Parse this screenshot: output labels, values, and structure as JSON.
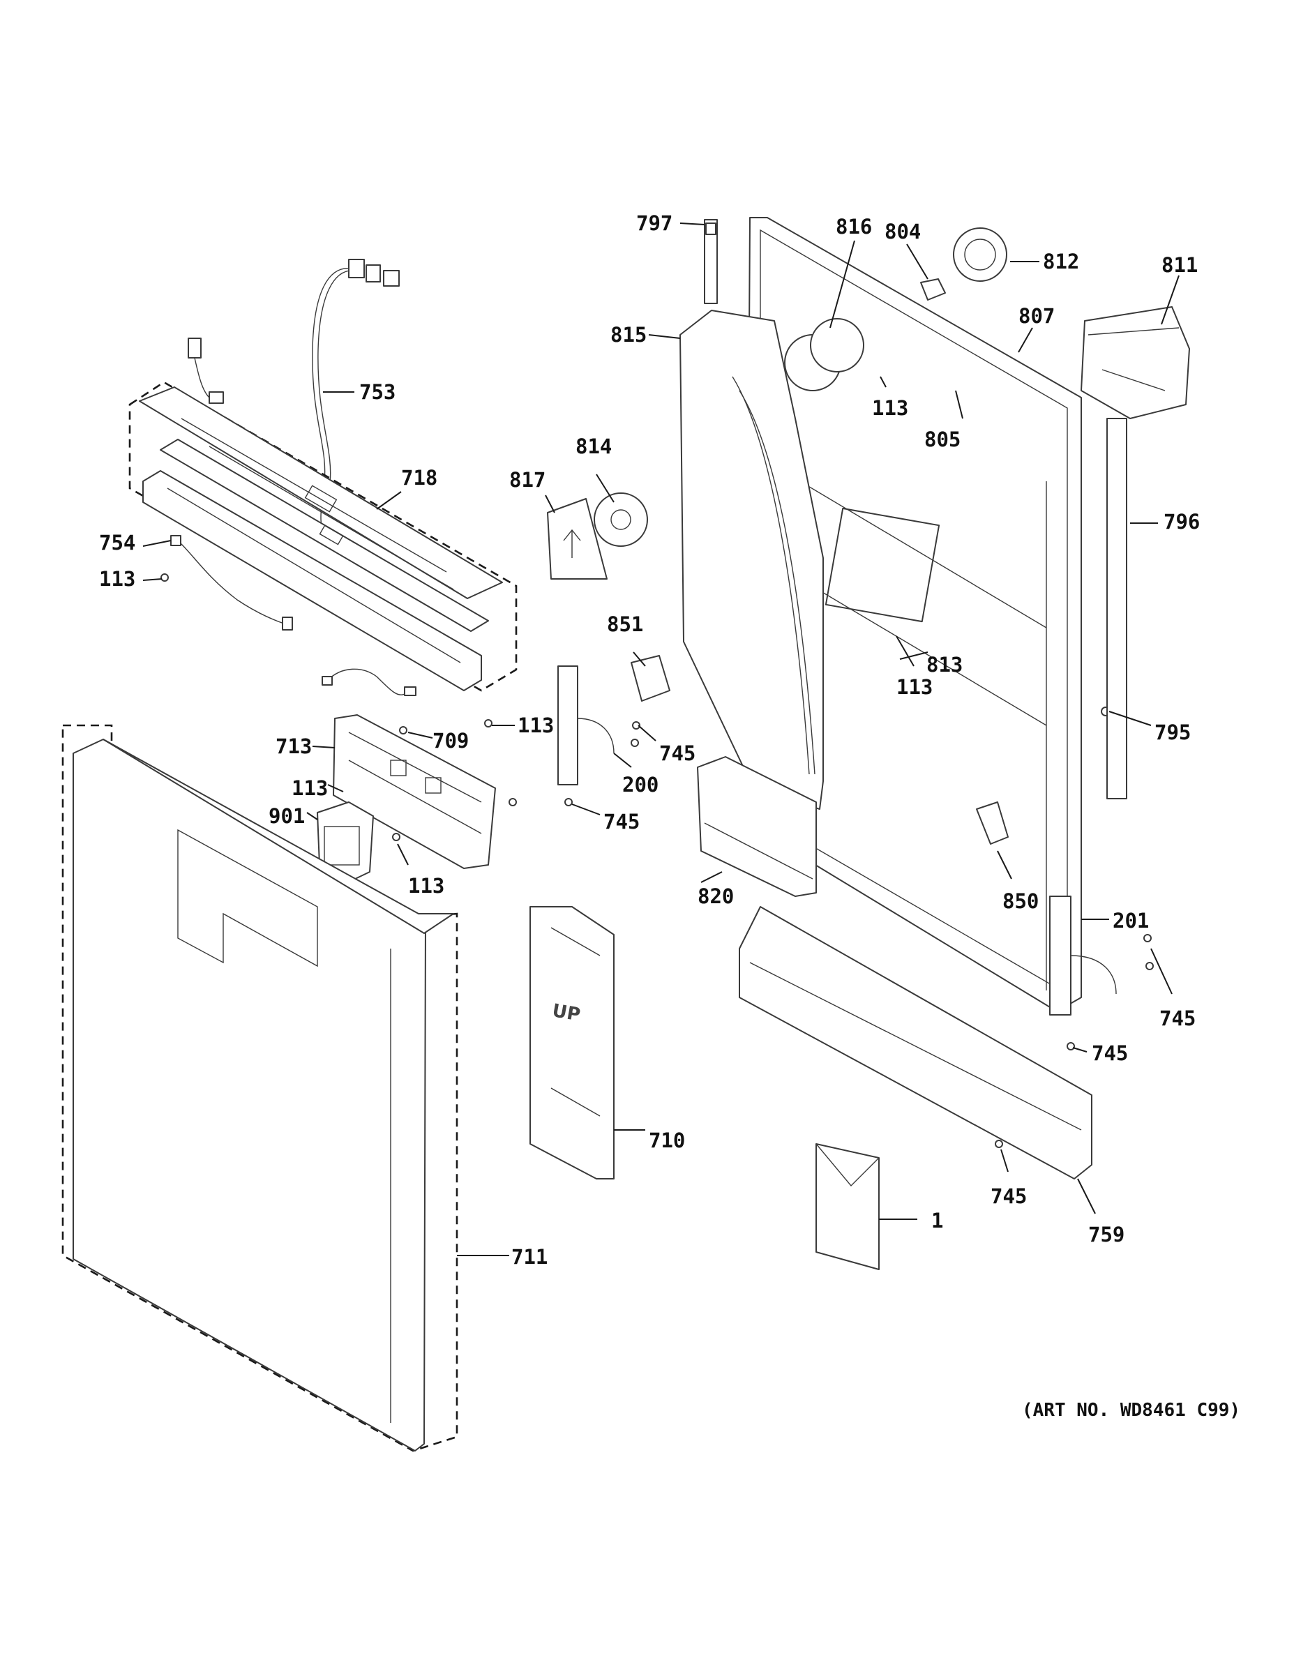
{
  "art_number": "(ART NO. WD8461 C99)",
  "embossed_text": "UP",
  "callouts": {
    "p797": "797",
    "p816": "816",
    "p804": "804",
    "p812": "812",
    "p811": "811",
    "p815": "815",
    "p807": "807",
    "p753": "753",
    "p113_top": "113",
    "p805": "805",
    "p814": "814",
    "p718": "718",
    "p817": "817",
    "p796": "796",
    "p754": "754",
    "p113_left": "113",
    "p851": "851",
    "p813": "813",
    "p113_mid": "113",
    "p113_panel": "113",
    "p795": "795",
    "p713": "713",
    "p709": "709",
    "p745_a": "745",
    "p113_b": "113",
    "p200": "200",
    "p901": "901",
    "p745_b": "745",
    "p113_c": "113",
    "p850": "850",
    "p820": "820",
    "p201": "201",
    "p745_c": "745",
    "p745_d": "745",
    "p710": "710",
    "p745_e": "745",
    "p1": "1",
    "p759": "759",
    "p711": "711"
  }
}
